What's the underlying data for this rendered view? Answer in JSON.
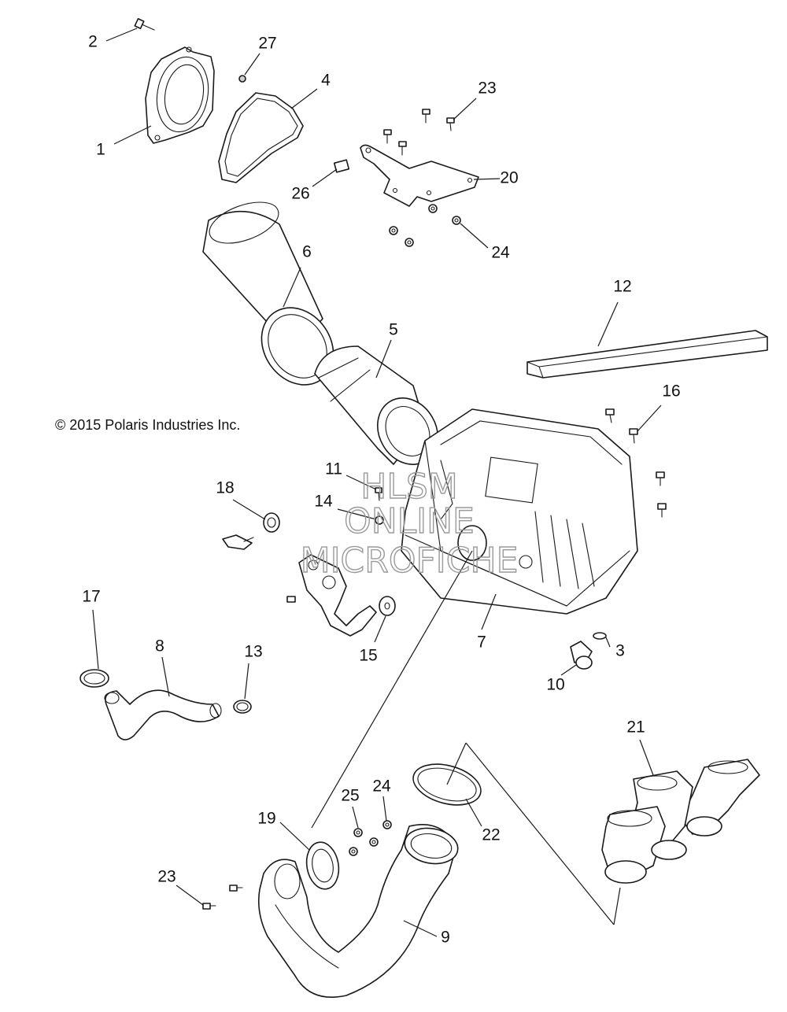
{
  "copyright": "© 2015 Polaris Industries Inc.",
  "watermark": {
    "line1": "HLSM",
    "line2": "ONLINE",
    "line3": "MICROFICHE",
    "color": "#9a9a9a"
  },
  "callouts": [
    "2",
    "27",
    "4",
    "1",
    "23",
    "20",
    "26",
    "24",
    "6",
    "12",
    "5",
    "16",
    "11",
    "18",
    "14",
    "3",
    "7",
    "15",
    "10",
    "17",
    "8",
    "13",
    "21",
    "22",
    "25",
    "24",
    "19",
    "23",
    "9"
  ],
  "colors": {
    "line": "#1a1a1a",
    "background": "#ffffff"
  }
}
